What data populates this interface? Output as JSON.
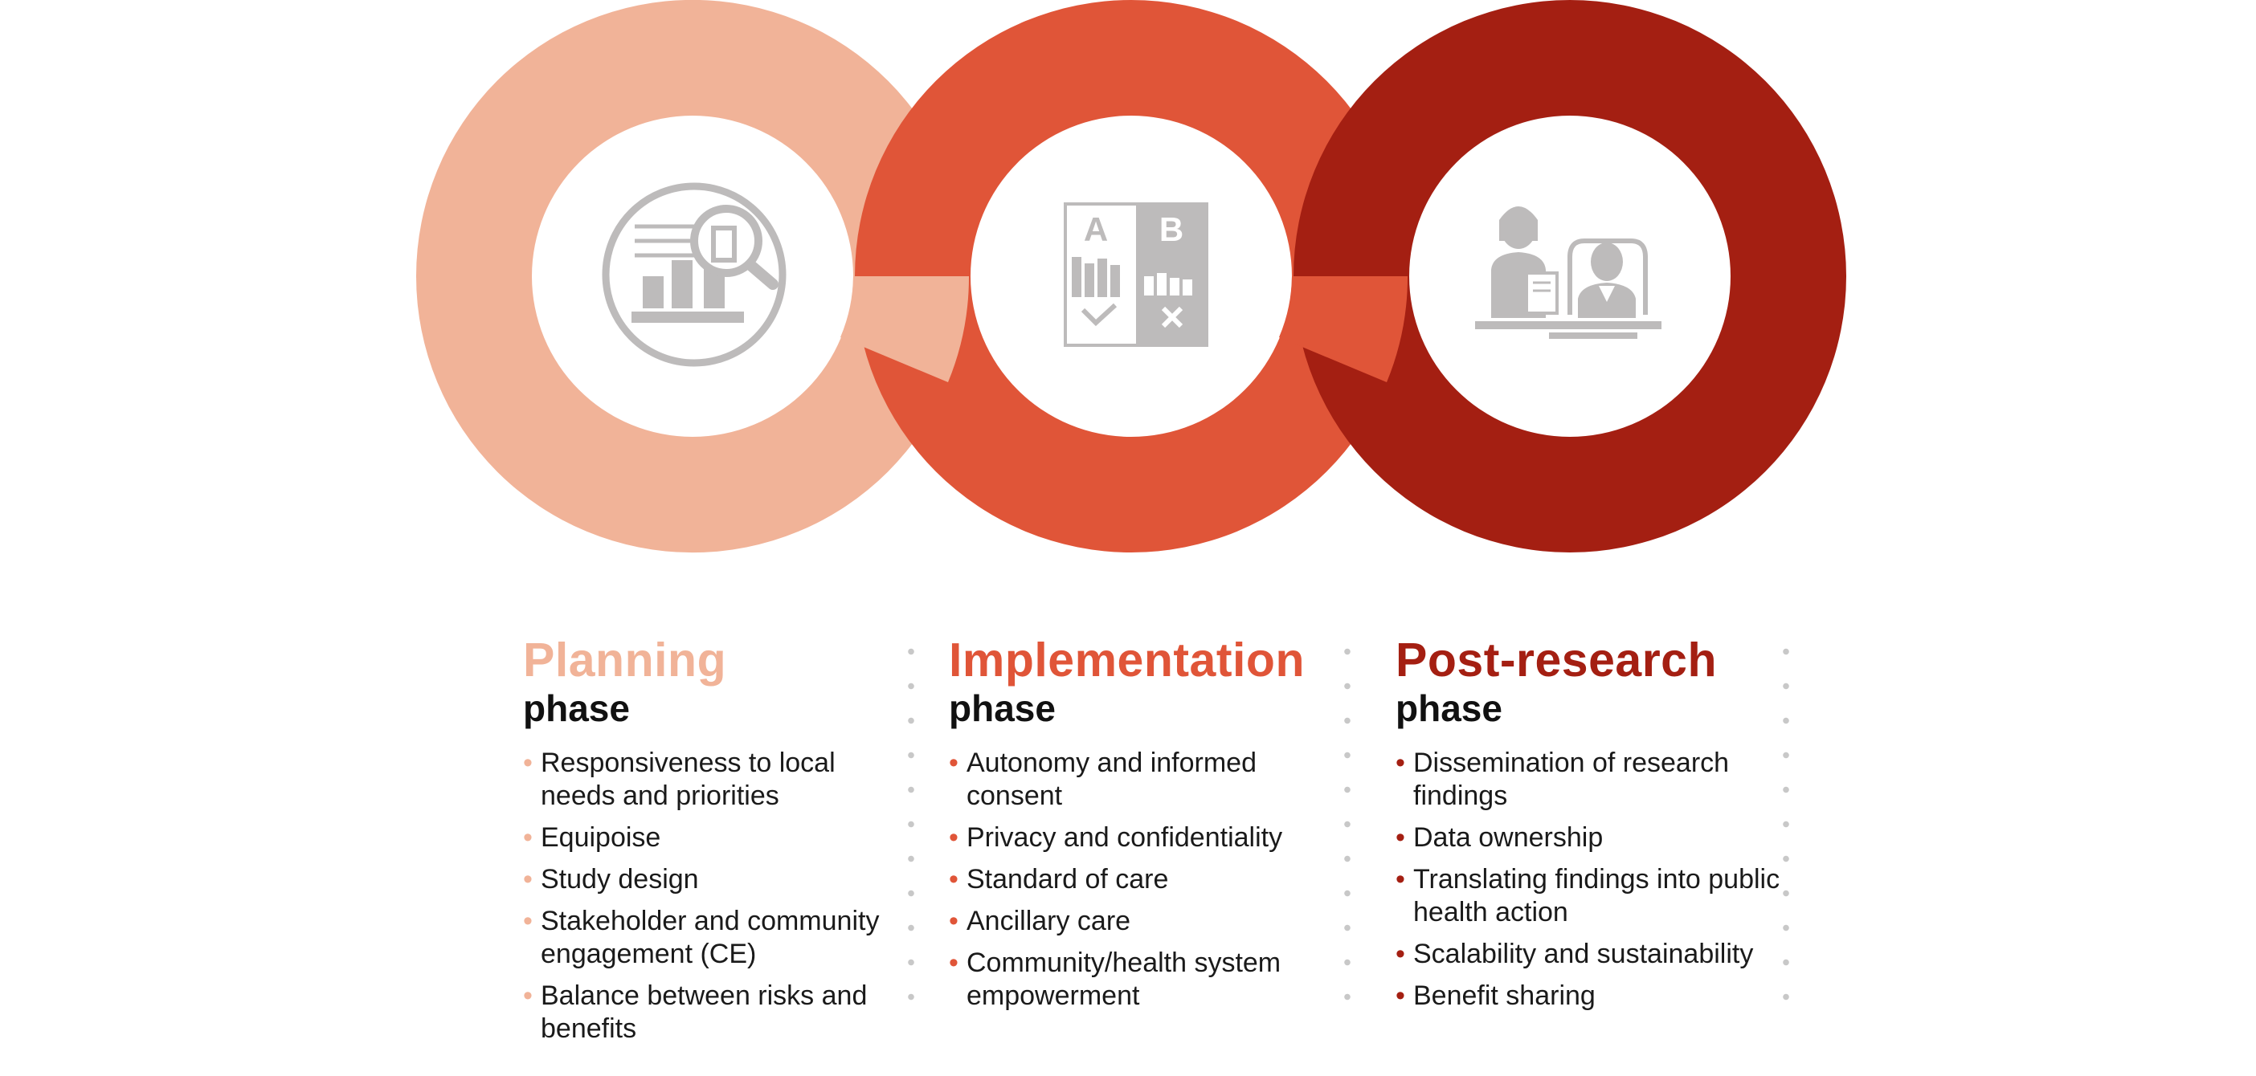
{
  "colors": {
    "planning": "#f1b398",
    "implementation": "#e05538",
    "post_research": "#a41f12",
    "icon_gray": "#bdbbbb",
    "divider_dots": "#c8c8c8"
  },
  "icons": [
    "magnifier-bar-chart-icon",
    "ab-comparison-icon",
    "consultation-desk-icon"
  ],
  "phases": [
    {
      "title": "Planning",
      "subtitle": "phase",
      "items": [
        "Responsiveness to local needs and priorities",
        "Equipoise",
        "Study design",
        "Stakeholder and community engagement (CE)",
        "Balance between risks and benefits"
      ]
    },
    {
      "title": "Implementation",
      "subtitle": "phase",
      "items": [
        "Autonomy and informed consent",
        "Privacy and confidentiality",
        "Standard of care",
        "Ancillary care",
        "Community/health system empowerment"
      ]
    },
    {
      "title": "Post-research",
      "subtitle": "phase",
      "items": [
        "Dissemination of research findings",
        "Data ownership",
        "Translating findings into public health action",
        "Scalability and sustainability",
        "Benefit sharing"
      ]
    }
  ],
  "ab_icon": {
    "left_letter": "A",
    "right_letter": "B"
  }
}
